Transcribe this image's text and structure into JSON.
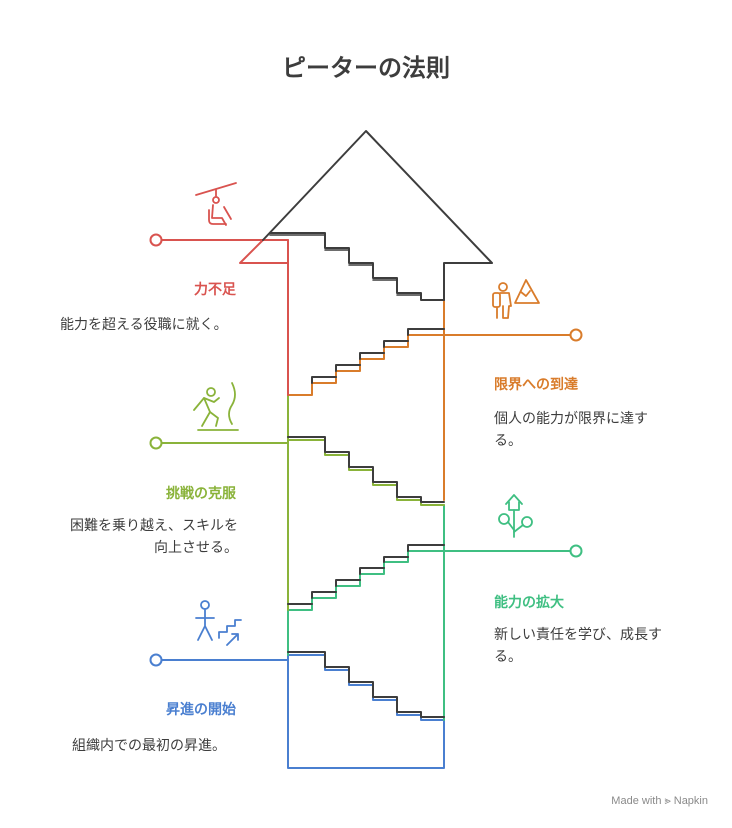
{
  "title": "ピーターの法則",
  "sections": {
    "lack": {
      "label": "力不足",
      "desc": [
        "能力を超える役職に就く。"
      ],
      "color": "#d9534f",
      "icon": "chairlift-icon"
    },
    "limit": {
      "label": "限界への到達",
      "desc": [
        "個人の能力が限界に達す",
        "る。"
      ],
      "color": "#d97c2b",
      "icon": "hiker-mountain-icon"
    },
    "challenge": {
      "label": "挑戦の克服",
      "desc": [
        "困難を乗り越え、スキルを",
        "向上させる。"
      ],
      "color": "#8ab33a",
      "icon": "climber-icon"
    },
    "expand": {
      "label": "能力の拡大",
      "desc": [
        "新しい責任を学び、成長す",
        "る。"
      ],
      "color": "#3fbf82",
      "icon": "sprout-icon"
    },
    "start": {
      "label": "昇進の開始",
      "desc": [
        "組織内での最初の昇進。"
      ],
      "color": "#4a7fd0",
      "icon": "person-stairs-icon"
    }
  },
  "footer": "Made with ⪢ Napkin"
}
